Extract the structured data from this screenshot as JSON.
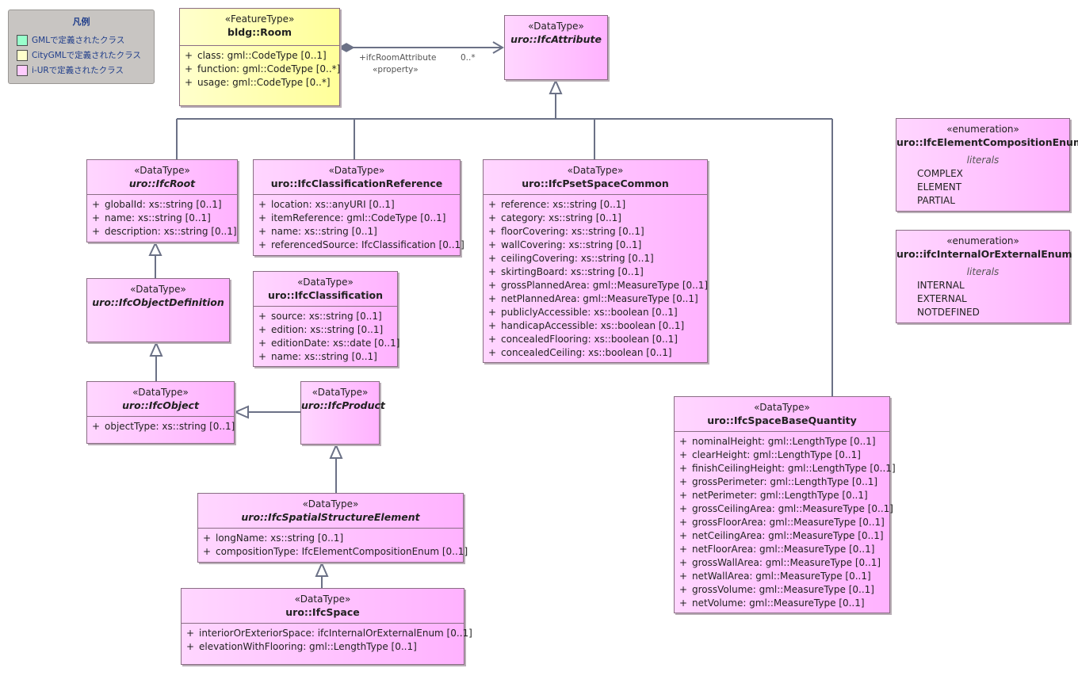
{
  "legend": {
    "title": "凡例",
    "items": [
      {
        "label": "GMLで定義されたクラス",
        "color": "#99ffcc"
      },
      {
        "label": "CityGMLで定義されたクラス",
        "color": "#ffffcc"
      },
      {
        "label": "i-URで定義されたクラス",
        "color": "#ffccff"
      }
    ]
  },
  "classes": {
    "room": {
      "stereotype": "«FeatureType»",
      "name": "bldg::Room",
      "attributes": [
        "class: gml::CodeType [0..1]",
        "function: gml::CodeType [0..*]",
        "usage: gml::CodeType [0..*]"
      ]
    },
    "ifcAttribute": {
      "stereotype": "«DataType»",
      "name": "uro::IfcAttribute"
    },
    "ifcRoot": {
      "stereotype": "«DataType»",
      "name": "uro::IfcRoot",
      "attributes": [
        "globalId: xs::string [0..1]",
        "name: xs::string [0..1]",
        "description: xs::string [0..1]"
      ]
    },
    "ifcClassificationReference": {
      "stereotype": "«DataType»",
      "name": "uro::IfcClassificationReference",
      "attributes": [
        "location: xs::anyURI [0..1]",
        "itemReference: gml::CodeType [0..1]",
        "name: xs::string [0..1]",
        "referencedSource: IfcClassification [0..1]"
      ]
    },
    "ifcPsetSpaceCommon": {
      "stereotype": "«DataType»",
      "name": "uro::IfcPsetSpaceCommon",
      "attributes": [
        "reference: xs::string [0..1]",
        "category: xs::string [0..1]",
        "floorCovering: xs::string [0..1]",
        "wallCovering: xs::string [0..1]",
        "ceilingCovering: xs::string [0..1]",
        "skirtingBoard: xs::string [0..1]",
        "grossPlannedArea: gml::MeasureType [0..1]",
        "netPlannedArea: gml::MeasureType [0..1]",
        "publiclyAccessible: xs::boolean [0..1]",
        "handicapAccessible: xs::boolean [0..1]",
        "concealedFlooring: xs::boolean [0..1]",
        "concealedCeiling: xs::boolean [0..1]"
      ]
    },
    "ifcObjectDefinition": {
      "stereotype": "«DataType»",
      "name": "uro::IfcObjectDefinition"
    },
    "ifcClassification": {
      "stereotype": "«DataType»",
      "name": "uro::IfcClassification",
      "attributes": [
        "source: xs::string [0..1]",
        "edition: xs::string [0..1]",
        "editionDate: xs::date [0..1]",
        "name: xs::string [0..1]"
      ]
    },
    "ifcObject": {
      "stereotype": "«DataType»",
      "name": "uro::IfcObject",
      "attributes": [
        "objectType: xs::string [0..1]"
      ]
    },
    "ifcProduct": {
      "stereotype": "«DataType»",
      "name": "uro::IfcProduct"
    },
    "ifcSpatialStructureElement": {
      "stereotype": "«DataType»",
      "name": "uro::IfcSpatialStructureElement",
      "attributes": [
        "longName: xs::string [0..1]",
        "compositionType: IfcElementCompositionEnum [0..1]"
      ]
    },
    "ifcSpace": {
      "stereotype": "«DataType»",
      "name": "uro::IfcSpace",
      "attributes": [
        "interiorOrExteriorSpace: ifcInternalOrExternalEnum [0..1]",
        "elevationWithFlooring: gml::LengthType [0..1]"
      ]
    },
    "ifcSpaceBaseQuantity": {
      "stereotype": "«DataType»",
      "name": "uro::IfcSpaceBaseQuantity",
      "attributes": [
        "nominalHeight: gml::LengthType [0..1]",
        "clearHeight: gml::LengthType [0..1]",
        "finishCeilingHeight: gml::LengthType [0..1]",
        "grossPerimeter: gml::LengthType [0..1]",
        "netPerimeter: gml::LengthType [0..1]",
        "grossCeilingArea: gml::MeasureType [0..1]",
        "grossFloorArea: gml::MeasureType [0..1]",
        "netCeilingArea: gml::MeasureType [0..1]",
        "netFloorArea: gml::MeasureType [0..1]",
        "grossWallArea: gml::MeasureType [0..1]",
        "netWallArea: gml::MeasureType [0..1]",
        "grossVolume: gml::MeasureType [0..1]",
        "netVolume: gml::MeasureType [0..1]"
      ]
    },
    "ifcElementCompositionEnum": {
      "stereotype": "«enumeration»",
      "name": "uro::IfcElementCompositionEnum",
      "literals_caption": "literals",
      "literals": [
        "COMPLEX",
        "ELEMENT",
        "PARTIAL"
      ]
    },
    "ifcInternalOrExternalEnum": {
      "stereotype": "«enumeration»",
      "name": "uro::ifcInternalOrExternalEnum",
      "literals_caption": "literals",
      "literals": [
        "INTERNAL",
        "EXTERNAL",
        "NOTDEFINED"
      ]
    }
  },
  "association": {
    "role": "+ifcRoomAttribute",
    "multiplicity": "0..*",
    "stereotype": "«property»"
  },
  "visibility_symbol": "+"
}
